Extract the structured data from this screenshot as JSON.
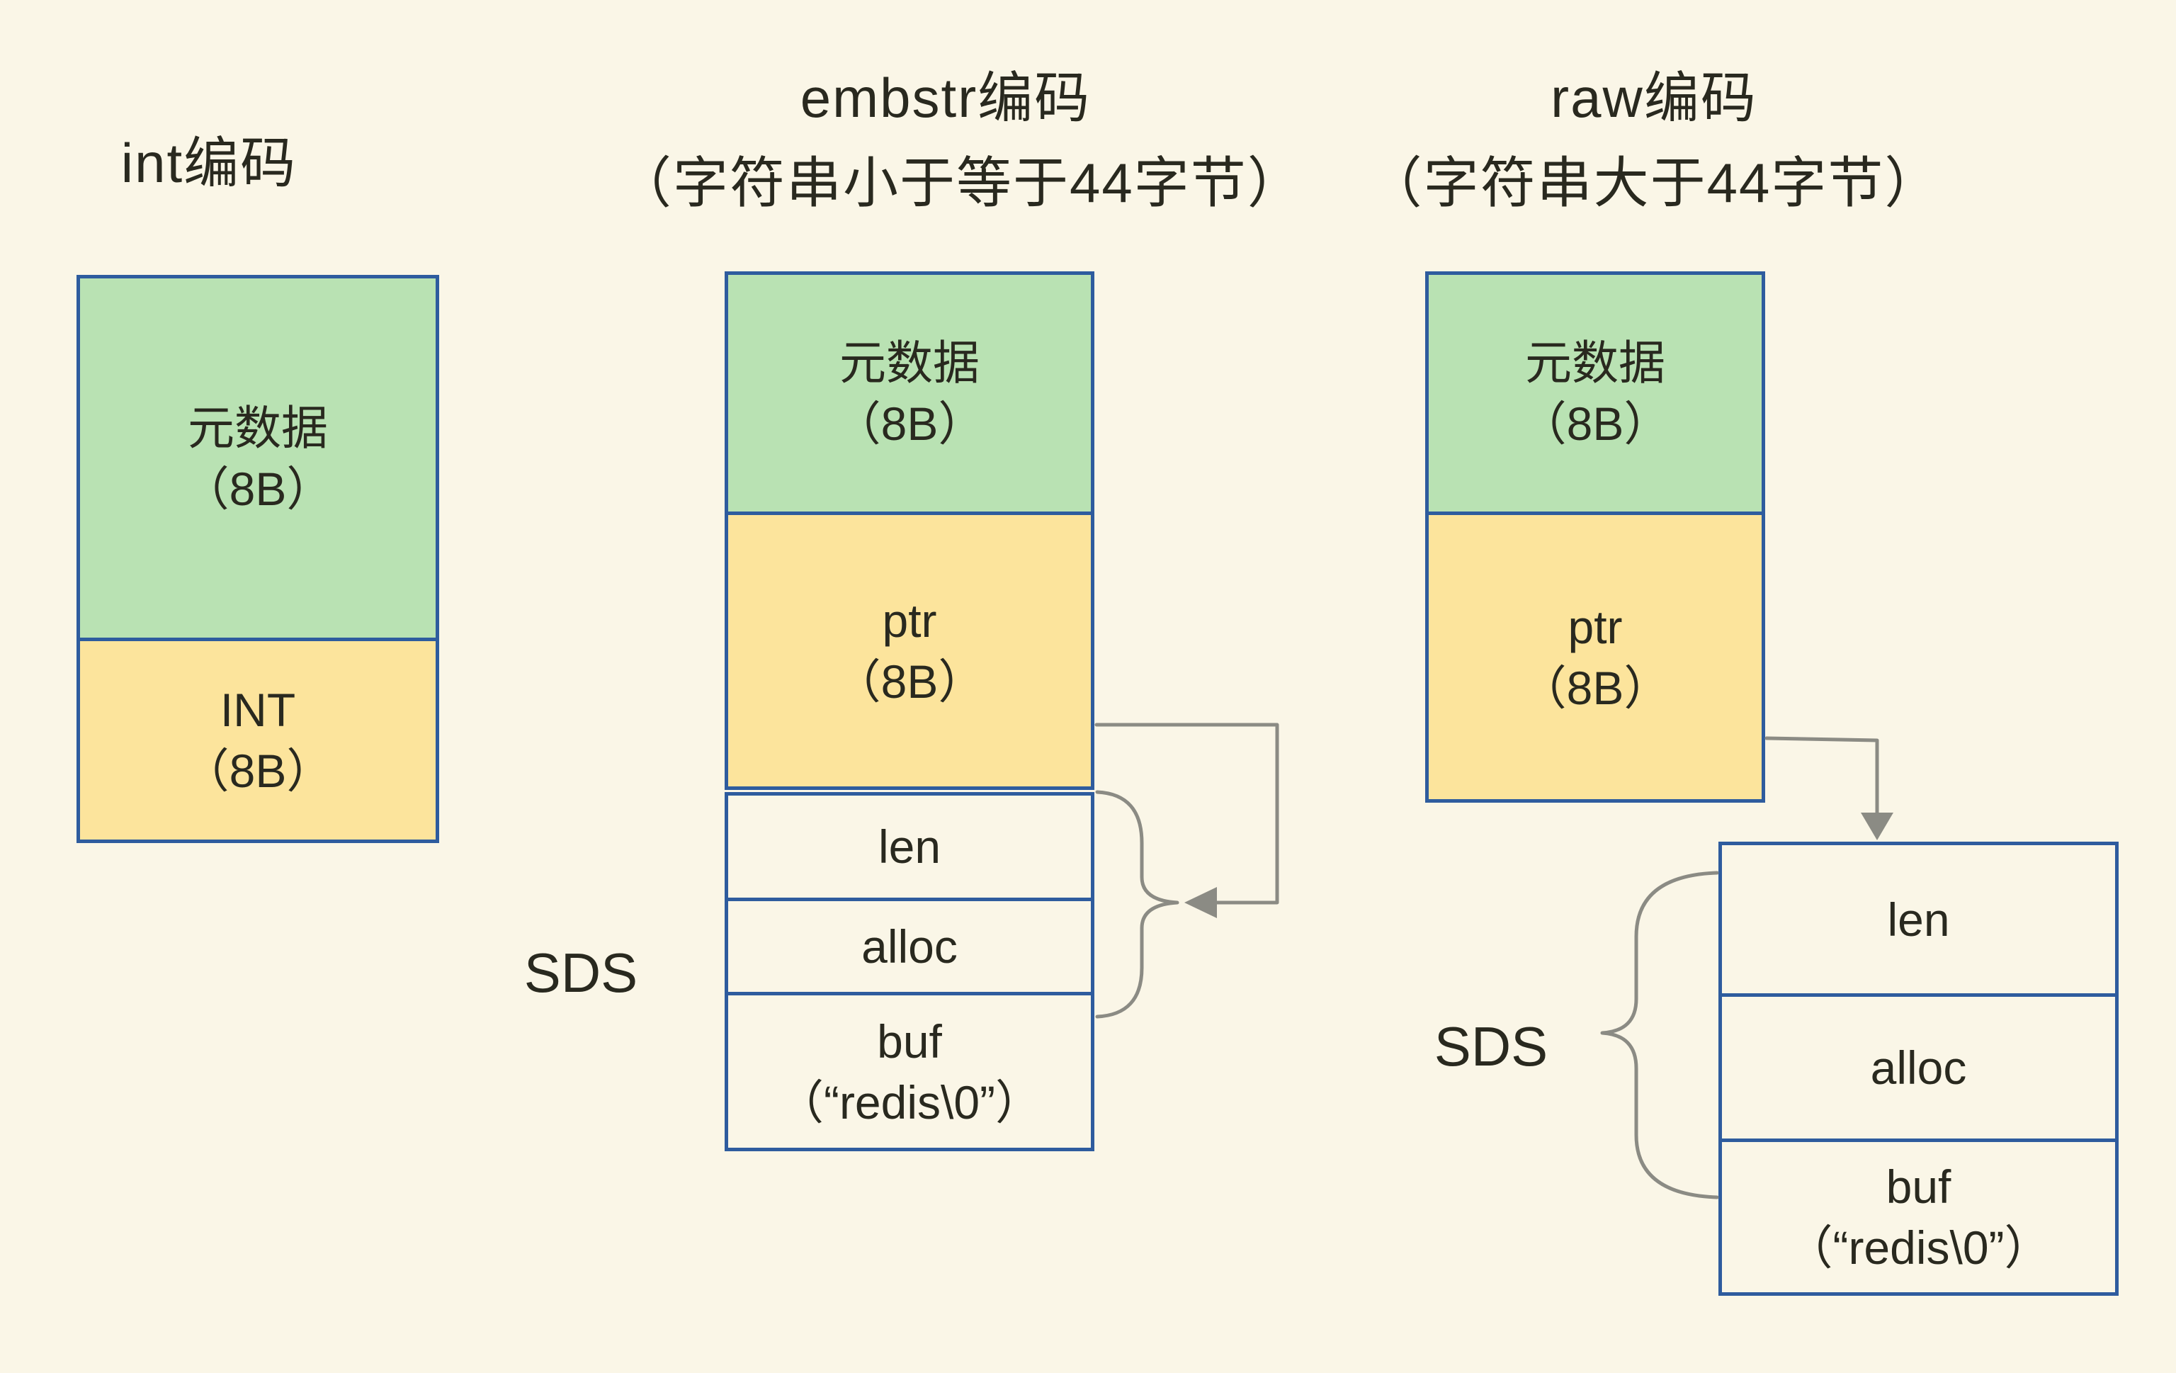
{
  "colors": {
    "background": "#FAF6E7",
    "green_fill": "#B9E2B3",
    "yellow_fill": "#FCE49C",
    "border_blue": "#2E5C9E",
    "line_gray": "#8B8B84",
    "text": "#29291F"
  },
  "titles": {
    "int": {
      "line1": "int编码"
    },
    "embstr": {
      "line1": "embstr编码",
      "line2": "（字符串小于等于44字节）"
    },
    "raw": {
      "line1": "raw编码",
      "line2": "（字符串大于44字节）"
    }
  },
  "int_column": {
    "metadata_line1": "元数据",
    "metadata_line2": "（8B）",
    "value_line1": "INT",
    "value_line2": "（8B）"
  },
  "embstr_column": {
    "metadata_line1": "元数据",
    "metadata_line2": "（8B）",
    "pointer_line1": "ptr",
    "pointer_line2": "（8B）",
    "sds_label": "SDS",
    "len": "len",
    "alloc": "alloc",
    "buf_line1": "buf",
    "buf_line2": "（“redis\\0”）"
  },
  "raw_column": {
    "metadata_line1": "元数据",
    "metadata_line2": "（8B）",
    "pointer_line1": "ptr",
    "pointer_line2": "（8B）",
    "sds_label": "SDS",
    "len": "len",
    "alloc": "alloc",
    "buf_line1": "buf",
    "buf_line2": "（“redis\\0”）"
  }
}
